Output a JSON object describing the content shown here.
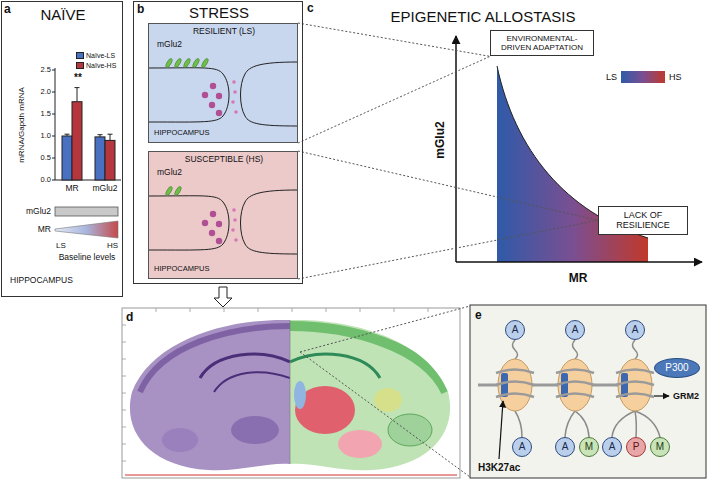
{
  "diagram": {
    "nodes": [
      {
        "text": [
          "NAÏVE",
          "HIPPOCAMPUS"
        ]
      },
      {
        "text": [
          "STRESS"
        ]
      },
      {
        "text": [
          "RESILIENT (LS)",
          "mGlu2",
          "HIPPOCAMPUS"
        ],
        "in": 1
      },
      {
        "text": [
          "SUSCEPTIBLE (HS)",
          "mGlu2",
          "HIPPOCAMPUS"
        ],
        "in": 1
      },
      {
        "text": [
          "ENVIRONMENTAL-DRIVEN ADAPTATION"
        ]
      },
      {
        "text": [
          "LACK OF RESILIENCE"
        ]
      },
      {
        "text": [
          "A"
        ]
      },
      {
        "text": [
          "A"
        ]
      },
      {
        "text": [
          "A"
        ]
      },
      {
        "text": [
          "P300"
        ]
      },
      {
        "text": [
          "A"
        ]
      },
      {
        "text": [
          "A"
        ]
      },
      {
        "text": [
          "M"
        ]
      },
      {
        "text": [
          "A"
        ]
      },
      {
        "text": [
          "P"
        ]
      },
      {
        "text": [
          "M"
        ]
      }
    ],
    "edges": [
      {
        "from": 2,
        "to": 4,
        "arrow": "none"
      },
      {
        "from": 3,
        "to": 5,
        "arrow": "none"
      }
    ],
    "labels": [
      "a",
      "mRNA/Gapdh mRNA",
      "2.5",
      "2.0",
      "1.5",
      "1.0",
      "0.5",
      "0.0",
      "**",
      "MR",
      "mGlu2",
      "mGlu2",
      "MR",
      "LS",
      "HS",
      "Baseline levels",
      "b",
      "c",
      "EPIGENETIC ALLOSTASIS",
      "LS",
      "HS",
      "mGlu2",
      "MR",
      "d",
      "e",
      "GRM2",
      "H3K27ac"
    ],
    "legend": [
      {
        "text": "Naïve-LS",
        "color": "#4a70c2"
      },
      {
        "text": "Naïve-HS",
        "color": "#b5363c"
      }
    ]
  }
}
